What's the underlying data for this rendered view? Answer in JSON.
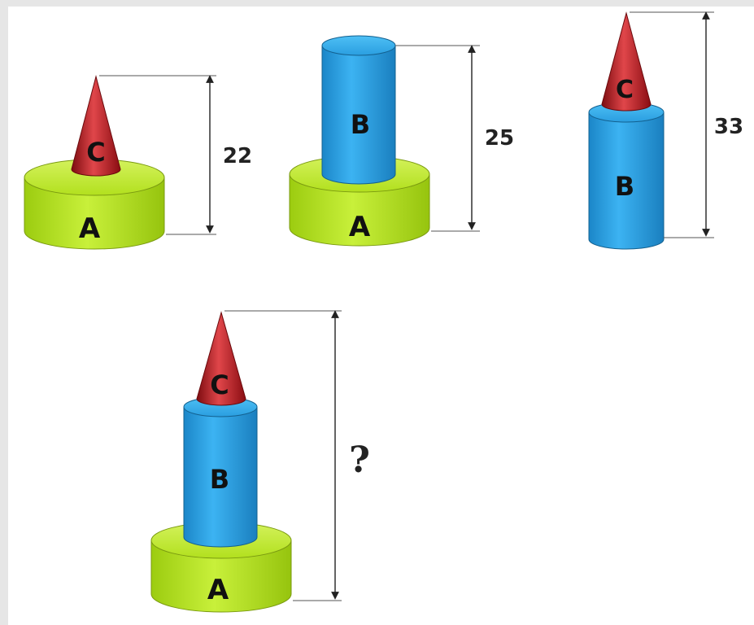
{
  "colors": {
    "frame": "#e6e6e6",
    "panel": "#ffffff",
    "disc_a": "#b5e61d",
    "cylinder_b": "#2fa3e6",
    "cone_c": "#c0171c",
    "dimension_line": "#222222"
  },
  "puzzle": {
    "figures": [
      {
        "id": "fig1",
        "parts": [
          "A",
          "C"
        ],
        "height_label": "22"
      },
      {
        "id": "fig2",
        "parts": [
          "A",
          "B"
        ],
        "height_label": "25"
      },
      {
        "id": "fig3",
        "parts": [
          "B",
          "C"
        ],
        "height_label": "33"
      },
      {
        "id": "fig4",
        "parts": [
          "A",
          "B",
          "C"
        ],
        "height_label": "?"
      }
    ],
    "labels": {
      "a": "A",
      "b": "B",
      "c": "C"
    }
  }
}
